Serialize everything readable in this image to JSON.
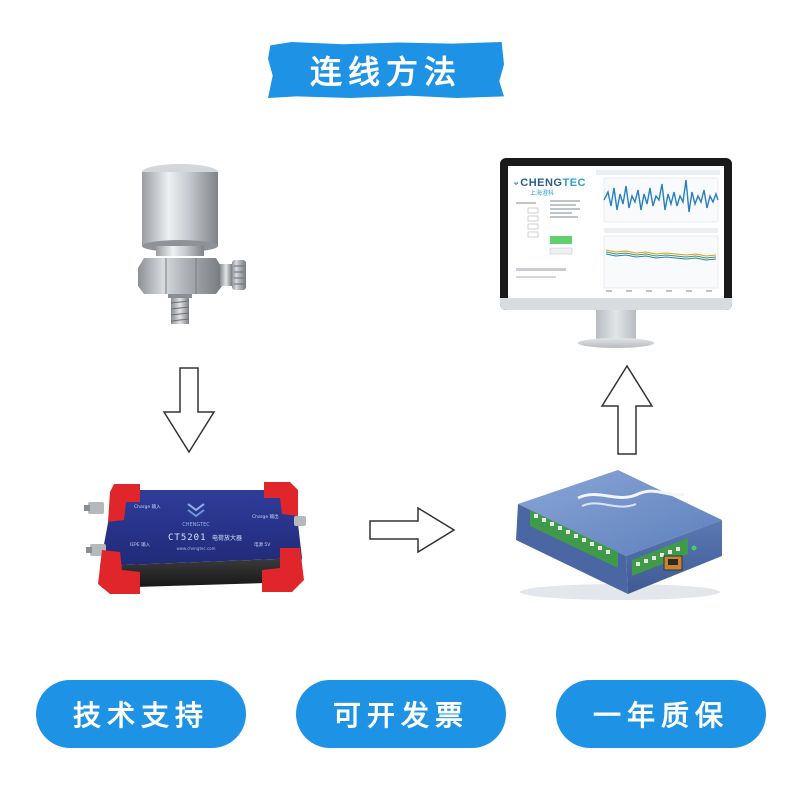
{
  "title": "连线方法",
  "devices": {
    "sensor": {
      "name": "accelerometer-sensor"
    },
    "amplifier": {
      "model_label": "CT5201",
      "model_suffix": "电荷放大器",
      "brand_small": "CHENGTEC",
      "port_left_top": "Charge 输入",
      "port_left_bottom": "IEPE 输入",
      "port_right_top": "Charge 输出",
      "port_right_bottom": "电源 5V",
      "website": "www.chengtec.com"
    },
    "daq": {
      "name": "data-acquisition-module"
    },
    "monitor": {
      "brand": "CHENG",
      "brand_accent": "TEC",
      "brand_sub": "上海澄科"
    }
  },
  "buttons": {
    "tech_support": "技术支持",
    "invoice": "可开发票",
    "warranty": "一年质保"
  },
  "colors": {
    "accent_blue": "#1e93e6",
    "amp_red": "#e0262b",
    "amp_blue": "#27338a",
    "daq_blue": "#6f8fc6"
  }
}
